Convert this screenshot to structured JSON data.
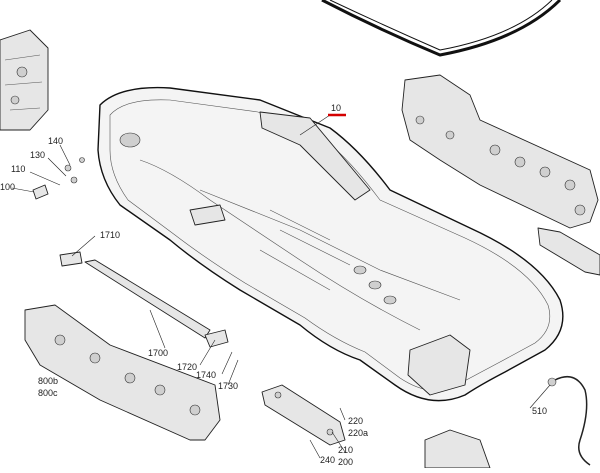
{
  "diagram": {
    "highlight_color": "#d40000",
    "callouts": [
      {
        "id": "c10",
        "text": "10"
      },
      {
        "id": "c140",
        "text": "140"
      },
      {
        "id": "c130",
        "text": "130"
      },
      {
        "id": "c110",
        "text": "110"
      },
      {
        "id": "c100",
        "text": "100"
      },
      {
        "id": "c1710",
        "text": "1710"
      },
      {
        "id": "c1700",
        "text": "1700"
      },
      {
        "id": "c1720",
        "text": "1720"
      },
      {
        "id": "c1740",
        "text": "1740"
      },
      {
        "id": "c1730",
        "text": "1730"
      },
      {
        "id": "c800b",
        "text": "800b"
      },
      {
        "id": "c800c",
        "text": "800c"
      },
      {
        "id": "c220",
        "text": "220"
      },
      {
        "id": "c220a",
        "text": "220a"
      },
      {
        "id": "c210",
        "text": "210"
      },
      {
        "id": "c200",
        "text": "200"
      },
      {
        "id": "c240",
        "text": "240"
      },
      {
        "id": "c510",
        "text": "510"
      }
    ]
  }
}
